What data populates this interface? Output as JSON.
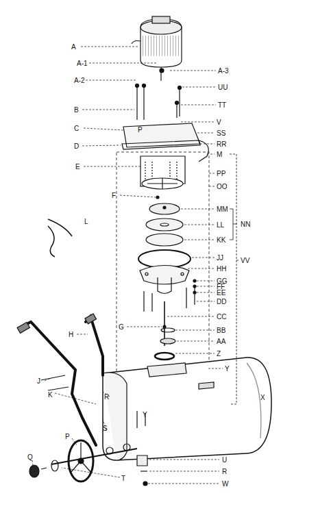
{
  "diagram": {
    "labels": [
      "A",
      "A-1",
      "A-3",
      "A-2",
      "UU",
      "TT",
      "B",
      "P",
      "V",
      "C",
      "SS",
      "D",
      "RR",
      "M",
      "E",
      "PP",
      "OO",
      "F",
      "MM",
      "L",
      "NN",
      "LL",
      "KK",
      "JJ",
      "VV",
      "HH",
      "GG",
      "FF",
      "EE",
      "DD",
      "CC",
      "G",
      "BB",
      "AA",
      "Z",
      "H",
      "Y",
      "J",
      "K",
      "R",
      "X",
      "P",
      "S",
      "Y",
      "Q",
      "T",
      "U",
      "R",
      "W"
    ]
  }
}
